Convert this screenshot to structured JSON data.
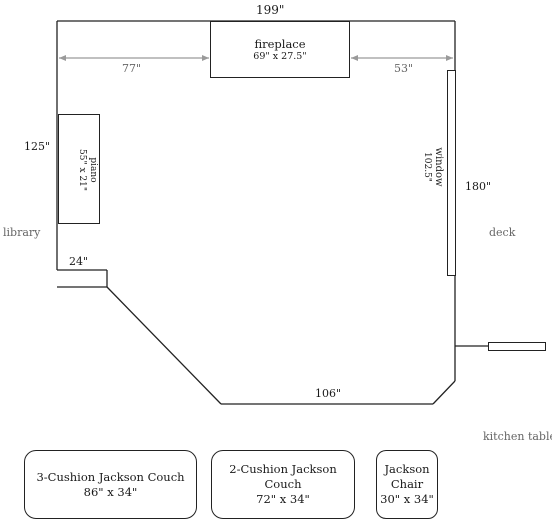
{
  "dimensions": {
    "top_width": "199\"",
    "left_of_fireplace": "77\"",
    "right_of_fireplace": "53\"",
    "left_wall": "125\"",
    "right_wall": "180\"",
    "bottom_left_jog": "24\"",
    "bottom_wall": "106\""
  },
  "fireplace": {
    "title": "fireplace",
    "size": "69\" x 27.5\""
  },
  "piano": {
    "title": "piano",
    "size": "55\" x 21\""
  },
  "window": {
    "title": "window",
    "size": "102.5\""
  },
  "rooms": {
    "left": "library",
    "right": "deck",
    "bottom_right": "kitchen table"
  },
  "furniture": [
    {
      "name_line": "3-Cushion Jackson Couch",
      "size": "86\" x 34\""
    },
    {
      "name_line": "2-Cushion Jackson Couch",
      "size": "72\" x 34\""
    },
    {
      "name_line1": "Jackson",
      "name_line2": "Chair",
      "size": "30\" x 34\""
    }
  ]
}
